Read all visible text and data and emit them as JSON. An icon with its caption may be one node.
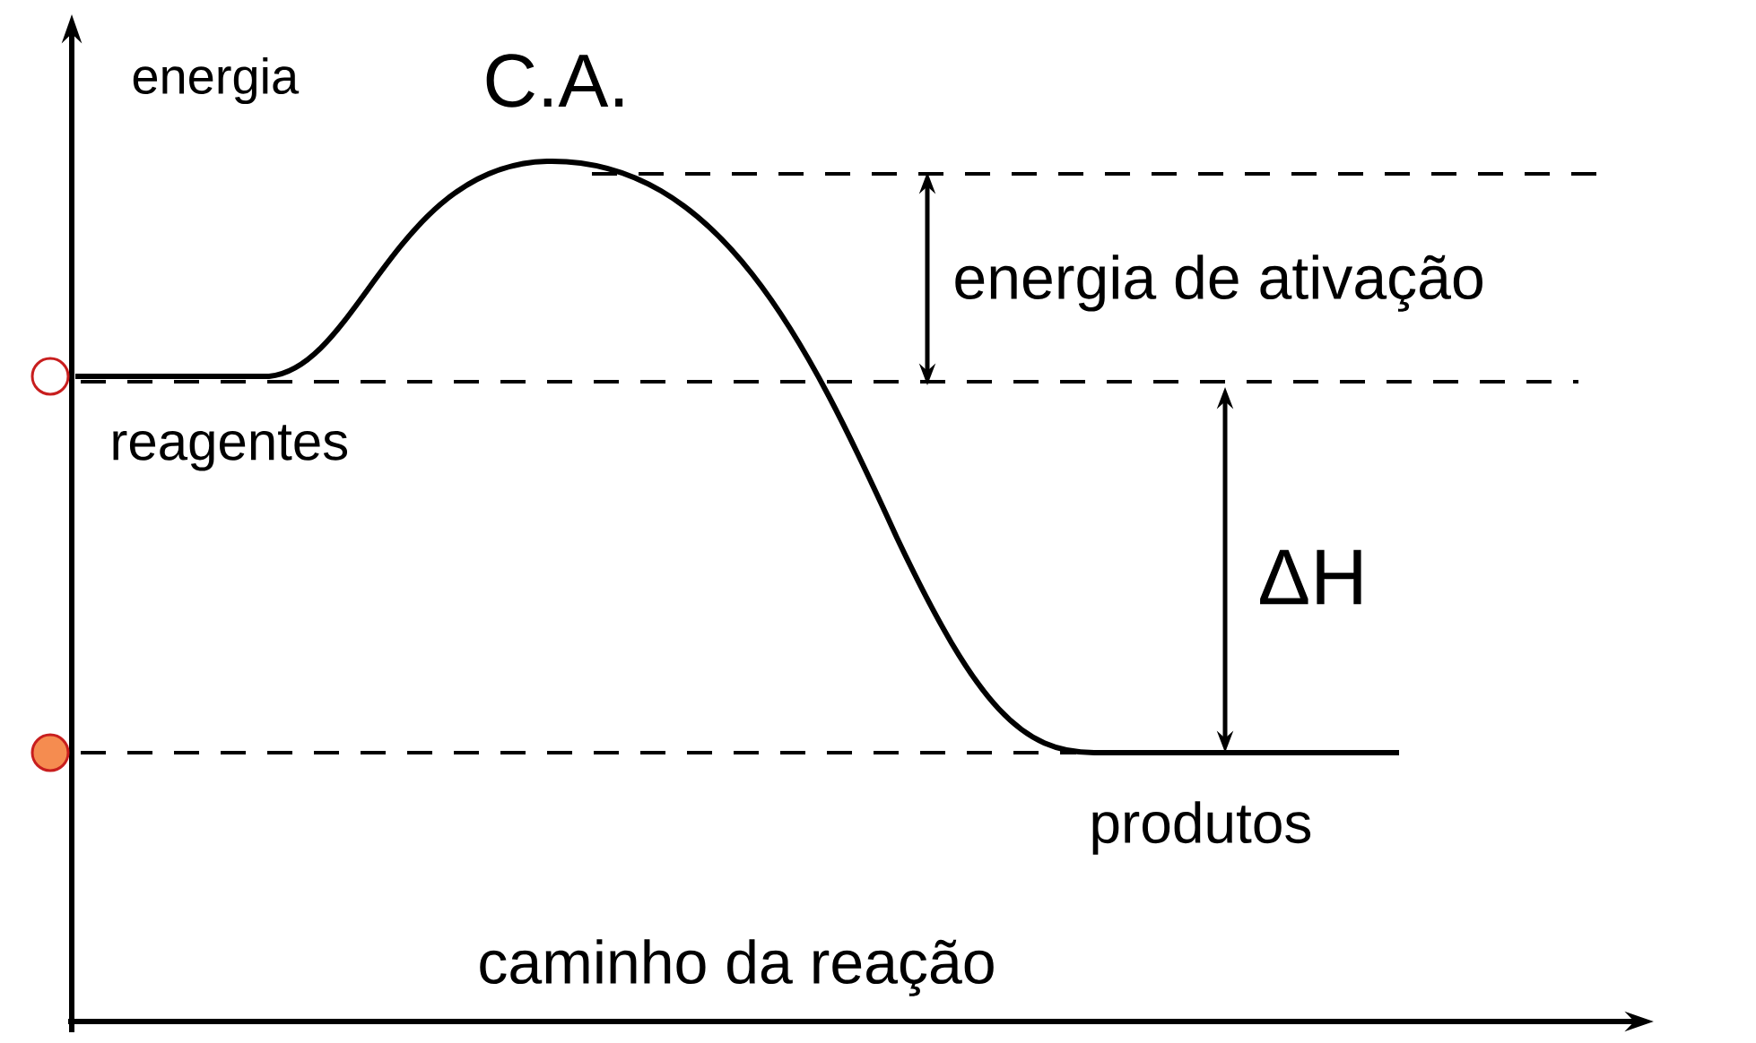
{
  "diagram": {
    "labels": [
      "energia",
      "C.A.",
      "energia de ativação",
      "reagentes",
      "ΔH",
      "produtos",
      "caminho da reação"
    ]
  }
}
